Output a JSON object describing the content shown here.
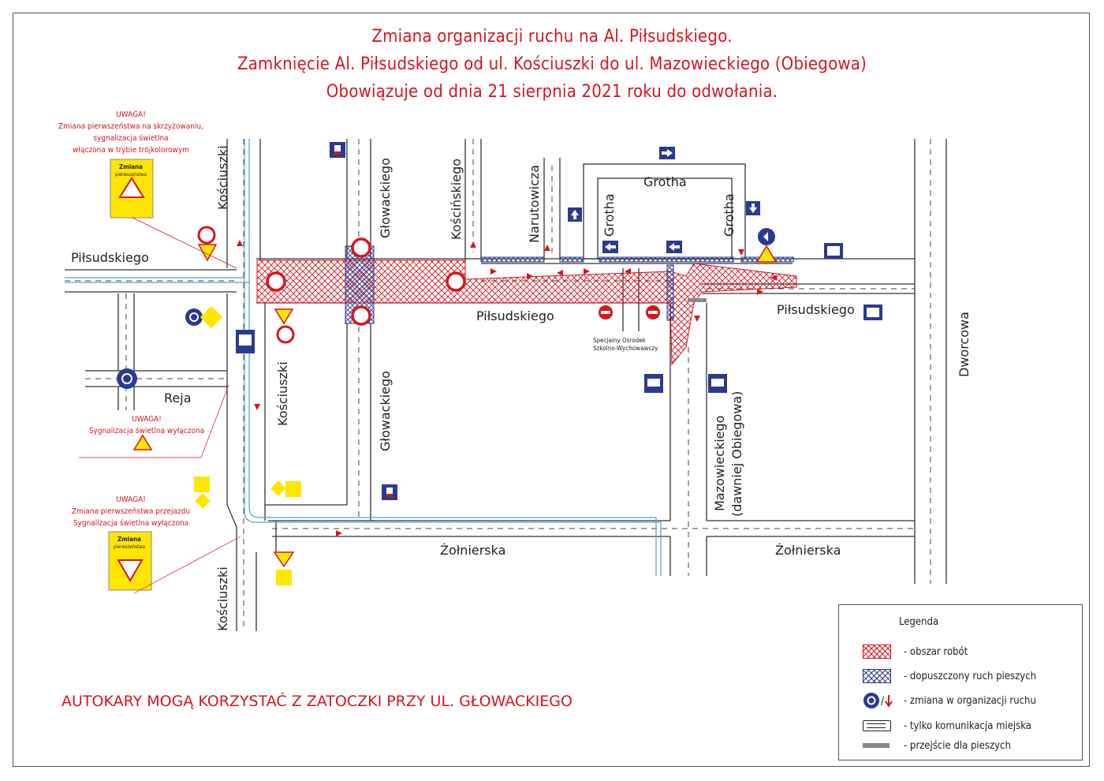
{
  "title": {
    "line1": "Zmiana organizacji ruchu na Al. Piłsudskiego.",
    "line2": "Zamknięcie Al. Piłsudskiego od ul. Kościuszki do ul. Mazowieckiego (Obiegowa)",
    "line3": "Obowiązuje od dnia 21 sierpnia 2021 roku do odwołania."
  },
  "streets": {
    "pilsudskiego_w": "Piłsudskiego",
    "pilsudskiego_c": "Piłsudskiego",
    "pilsudskiego_e": "Piłsudskiego",
    "kosciuszki_n": "Kościuszki",
    "kosciuszki_m": "Kościuszki",
    "kosciuszki_s": "Kościuszki",
    "glowackiego_n": "Głowackiego",
    "glowackiego_s": "Głowackiego",
    "koscinskiego": "Kościńskiego",
    "narutowicza": "Narutowicza",
    "grotha_top": "Grotha",
    "grotha_l": "Grotha",
    "grotha_r": "Grotha",
    "reja": "Reja",
    "zolnierska_w": "Żołnierska",
    "zolnierska_e": "Żołnierska",
    "mazowieckiego_1": "Mazowieckiego",
    "mazowieckiego_2": "(dawniej Obiegowa)",
    "dworcowa": "Dworcowa",
    "school_1": "Specjalny Ośrodek",
    "school_2": "Szkolno-Wychowawczy"
  },
  "notes": {
    "n1": [
      "UWAGA!",
      "Zmiana pierwszeństwa na skrzyżowaniu,",
      "sygnalizacja świetlna",
      "włączona w trybie trójkolorowym"
    ],
    "n2": [
      "UWAGA!",
      "Sygnalizacja świetlna wyłączona"
    ],
    "n3": [
      "UWAGA!",
      "Zmiana pierwszeństwa przejazdu",
      "Sygnalizacja świetlna wyłączona"
    ],
    "sign_text_1": "Zmiana",
    "sign_text_2": "pierwszeństwa"
  },
  "bottom_note": "AUTOKARY MOGĄ KORZYSTAĆ Z ZATOCZKI PRZY UL. GŁOWACKIEGO",
  "legend": {
    "title": "Legenda",
    "items": [
      {
        "icon": "red-hatch",
        "label": "- obszar robót"
      },
      {
        "icon": "blue-hatch",
        "label": "- dopuszczony ruch pieszych"
      },
      {
        "icon": "roundabout-sign-and-red-arrow",
        "label": "- zmiana w organizacji ruchu"
      },
      {
        "icon": "bus-icon",
        "label": "- tylko komunikacja miejska"
      },
      {
        "icon": "grey-bar",
        "label": "- przejście dla pieszych"
      }
    ]
  },
  "colors": {
    "accent_red": "#d6161f",
    "sign_blue": "#2b3a8f",
    "sign_yellow": "#ffe600",
    "tram_line": "#5aa0c8"
  }
}
